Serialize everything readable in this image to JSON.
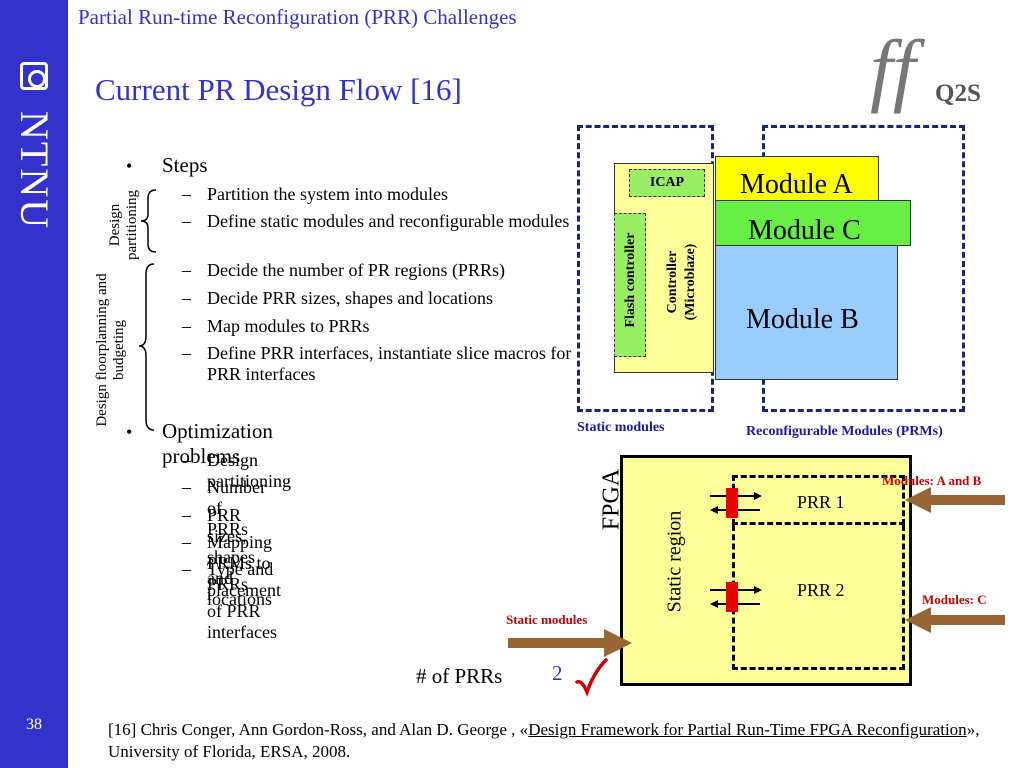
{
  "sidebar": {
    "logo_text": "NTNU",
    "slide_number": "38"
  },
  "header": {
    "topic": "Partial Run-time Reconfiguration (PRR) Challenges",
    "title": "Current PR Design Flow [16]",
    "logo_text": "Q2S"
  },
  "bullets": {
    "steps_label": "Steps",
    "steps": [
      "Partition the system into modules",
      "Define static modules and reconfigurable modules",
      "Decide the number of PR regions (PRRs)",
      "Decide PRR sizes, shapes and locations",
      "Map modules to PRRs",
      "Define PRR interfaces, instantiate slice macros for PRR interfaces"
    ],
    "optimization_label": "Optimization problems",
    "optimization": [
      "Design partitioning",
      "Number of PRRs",
      "PRR sizes, shapes and locations",
      "Mapping PRMs to PRRs",
      "Type and placement of PRR interfaces"
    ],
    "brace_partitioning": "Design partitioning",
    "brace_floorplanning": "Design floorplanning and budgeting"
  },
  "top_diagram": {
    "icap": "ICAP",
    "flash_controller": "Flash controller",
    "controller": "Controller (Microblaze)",
    "module_a": "Module A",
    "module_c": "Module C",
    "module_b": "Module B",
    "static_modules_caption": "Static modules",
    "reconfigurable_caption": "Reconfigurable Modules (PRMs)"
  },
  "fpga_diagram": {
    "fpga_label": "FPGA",
    "static_region": "Static region",
    "prr1": "PRR 1",
    "prr2": "PRR 2",
    "arrow_modules_ab": "Modules: A and B",
    "arrow_modules_c": "Modules: C",
    "arrow_static": "Static modules",
    "num_prrs_label": "# of PRRs",
    "num_prrs_value": "2"
  },
  "reference": {
    "prefix": "[16] Chris Conger, Ann Gordon-Ross, and Alan D. George , «",
    "title": "Design Framework for Partial Run-Time FPGA Reconfiguration",
    "suffix": "», University of Florida, ERSA, 2008."
  },
  "colors": {
    "accent": "#3333cc",
    "module_a": "#ffff00",
    "module_c": "#66ee44",
    "module_b": "#99ccff",
    "static": "#ffff99",
    "arrow": "#996633",
    "connector": "#ee0000"
  }
}
